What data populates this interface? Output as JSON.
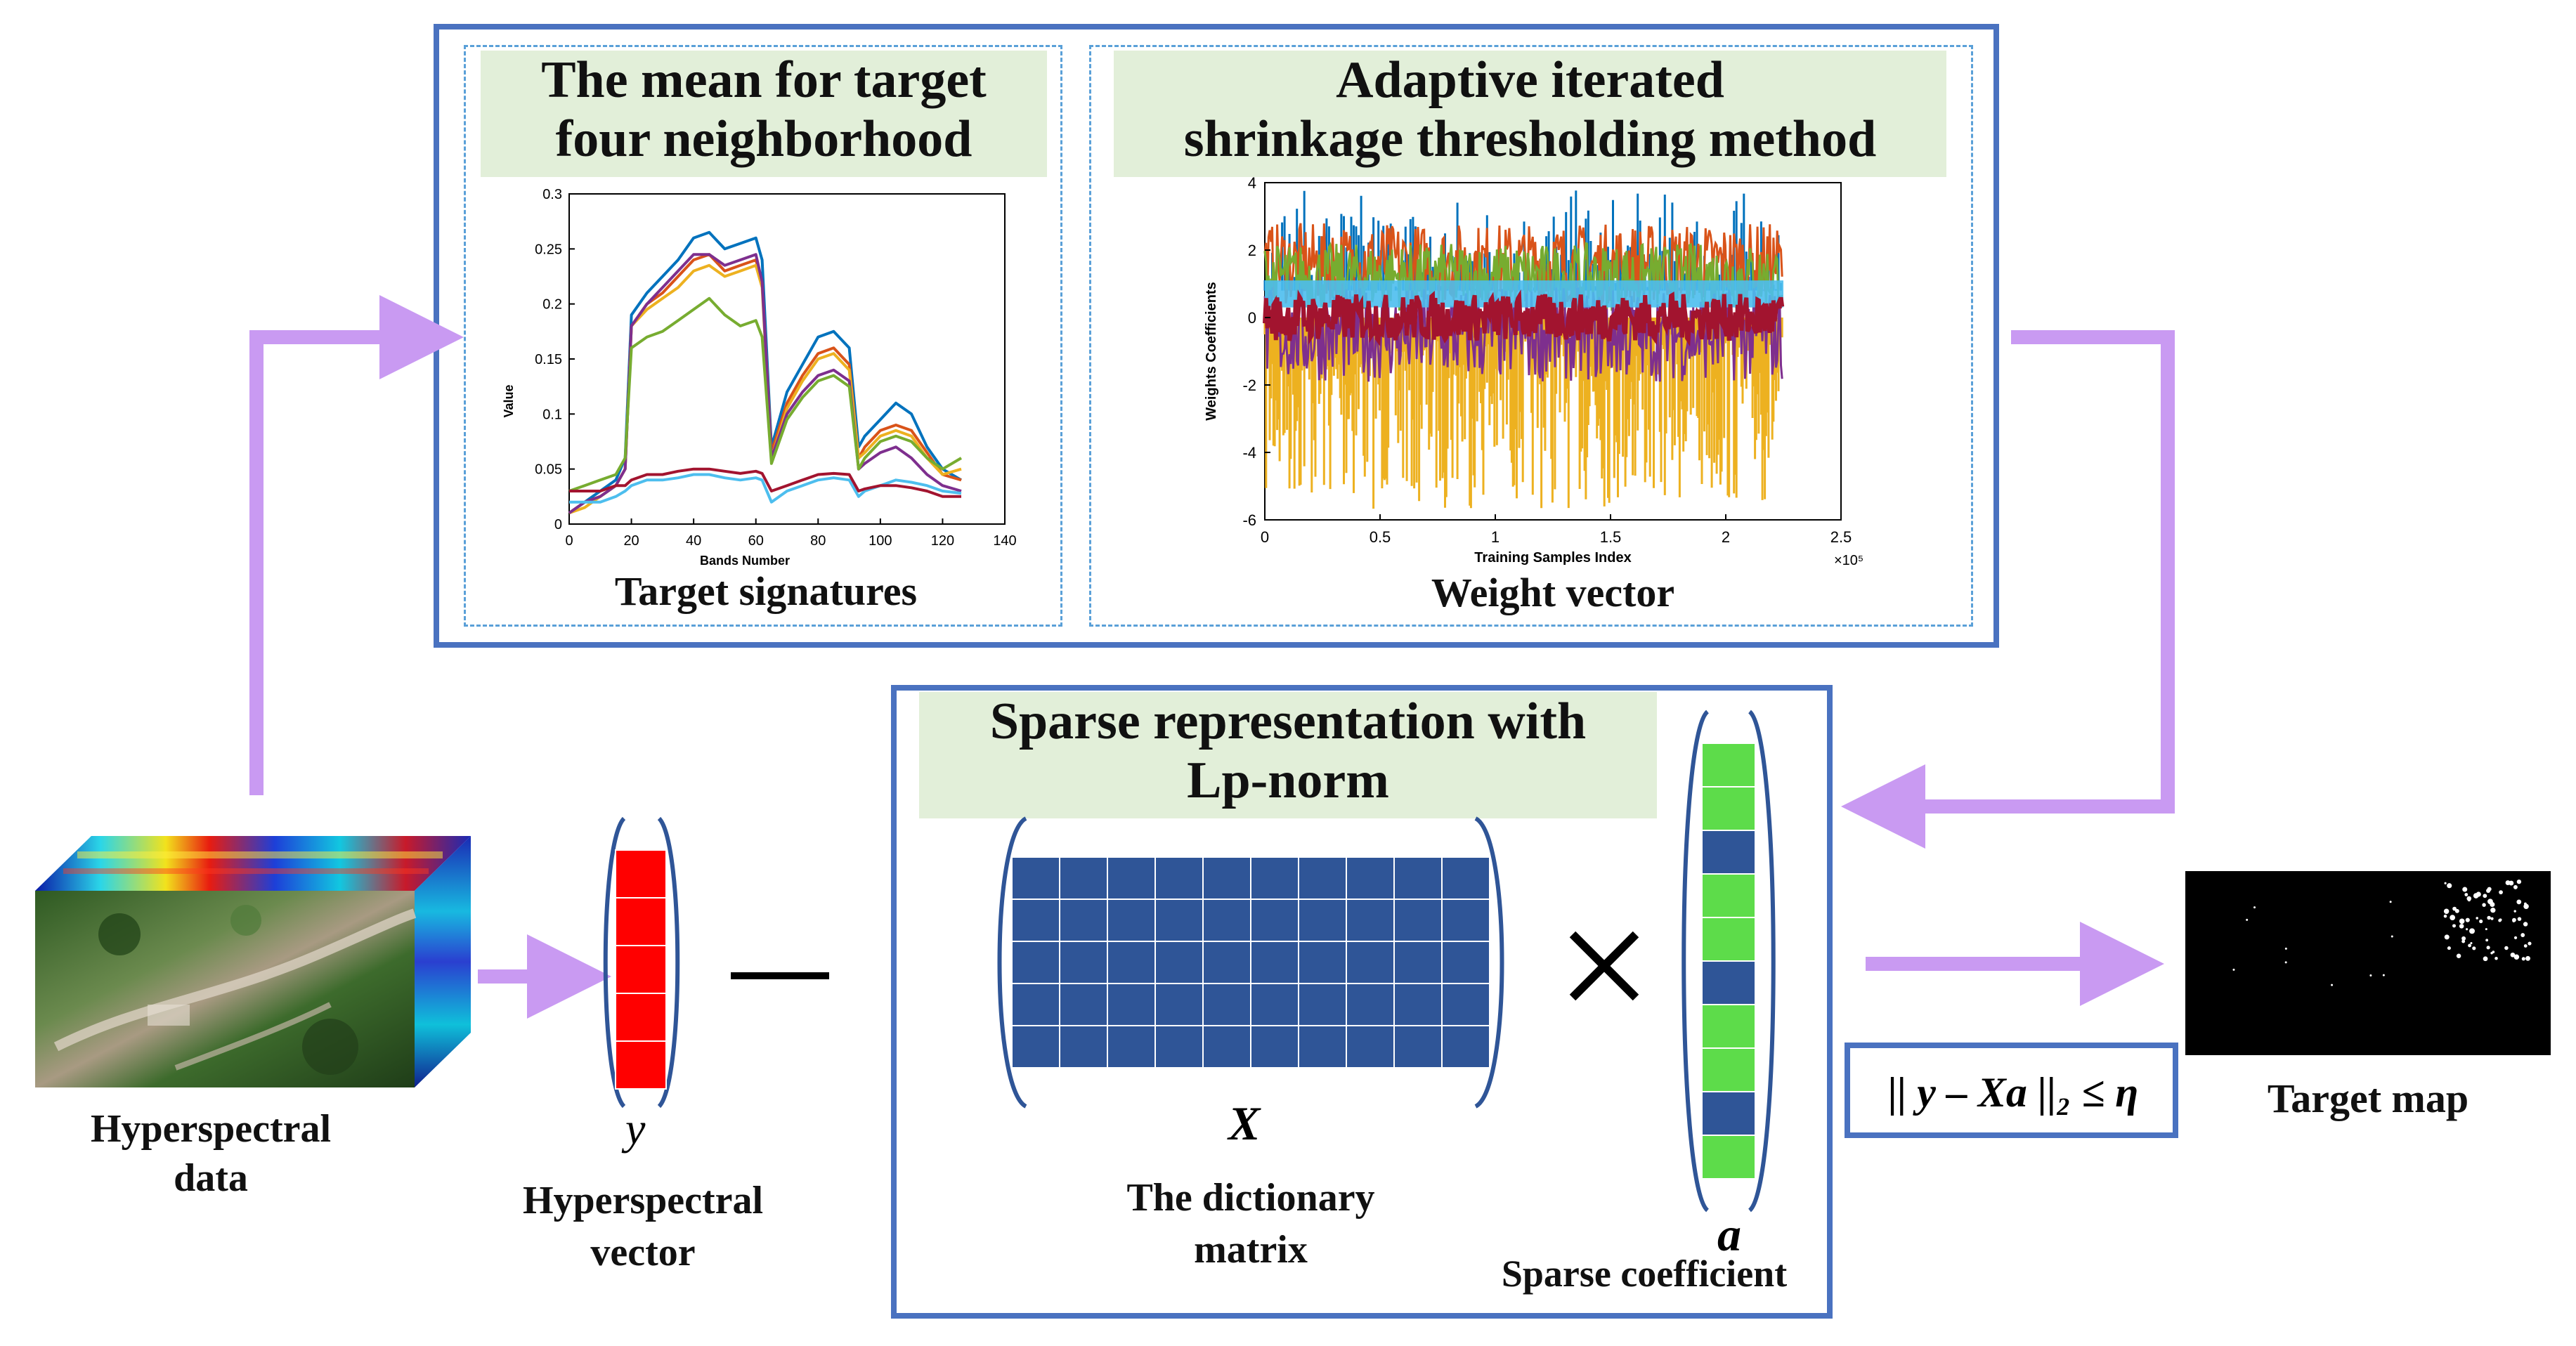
{
  "panel_top": {
    "left_title": "The mean for target four neighborhood",
    "left_title_line1": "The mean for target",
    "left_title_line2": "four neighborhood",
    "left_caption": "Target signatures",
    "right_title_line1": "Adaptive iterated",
    "right_title_line2": "shrinkage thresholding method",
    "right_caption": "Weight vector"
  },
  "sparse_panel": {
    "title_line1": "Sparse representation with",
    "title_line2": "Lp-norm",
    "dictionary_symbol": "X",
    "dictionary_label_line1": "The dictionary",
    "dictionary_label_line2": "matrix",
    "times_symbol": "×",
    "coef_symbol": "a",
    "coef_label": "Sparse coefficient"
  },
  "input": {
    "label_line1": "Hyperspectral",
    "label_line2": "data",
    "vector_symbol": "y",
    "vector_label_line1": "Hyperspectral",
    "vector_label_line2": "vector",
    "minus_symbol": "—"
  },
  "constraint": {
    "text": "|| y – Xa ||₂ ≤ η"
  },
  "output": {
    "label": "Target map"
  },
  "colors": {
    "frame_blue": "#4a72c0",
    "arrow_purple": "#c99af2",
    "banner_green": "#e2efd9",
    "matrix_blue": "#2f5597",
    "vector_red": "#ff0000",
    "coef_green": "#5ddc4a",
    "coef_blue": "#2f5597"
  },
  "chart_data": [
    {
      "type": "line",
      "title": "",
      "xlabel": "Bands Number",
      "ylabel": "Value",
      "xlim": [
        0,
        140
      ],
      "ylim": [
        0,
        0.3
      ],
      "xticks": [
        "0",
        "20",
        "40",
        "60",
        "80",
        "100",
        "120",
        "140"
      ],
      "yticks": [
        "0",
        "0.05",
        "0.1",
        "0.15",
        "0.2",
        "0.25",
        "0.3"
      ],
      "x": [
        0,
        5,
        10,
        15,
        18,
        20,
        25,
        30,
        35,
        40,
        45,
        50,
        55,
        60,
        62,
        65,
        70,
        75,
        80,
        85,
        90,
        93,
        95,
        100,
        105,
        110,
        115,
        120,
        126
      ],
      "series": [
        {
          "color": "#0072bd",
          "values": [
            0.01,
            0.02,
            0.03,
            0.04,
            0.06,
            0.19,
            0.21,
            0.225,
            0.24,
            0.26,
            0.265,
            0.25,
            0.255,
            0.26,
            0.24,
            0.07,
            0.12,
            0.145,
            0.17,
            0.175,
            0.16,
            0.07,
            0.08,
            0.095,
            0.11,
            0.1,
            0.07,
            0.05,
            0.04
          ]
        },
        {
          "color": "#d95319",
          "values": [
            0.01,
            0.02,
            0.025,
            0.035,
            0.05,
            0.18,
            0.2,
            0.21,
            0.225,
            0.24,
            0.245,
            0.23,
            0.235,
            0.24,
            0.22,
            0.065,
            0.11,
            0.135,
            0.155,
            0.16,
            0.145,
            0.06,
            0.07,
            0.085,
            0.09,
            0.085,
            0.065,
            0.045,
            0.04
          ]
        },
        {
          "color": "#edb120",
          "values": [
            0.01,
            0.015,
            0.025,
            0.035,
            0.05,
            0.18,
            0.195,
            0.205,
            0.215,
            0.23,
            0.235,
            0.225,
            0.23,
            0.235,
            0.215,
            0.06,
            0.105,
            0.13,
            0.15,
            0.155,
            0.14,
            0.06,
            0.065,
            0.08,
            0.085,
            0.08,
            0.06,
            0.045,
            0.05
          ]
        },
        {
          "color": "#7e2f8e",
          "values": [
            0.01,
            0.02,
            0.025,
            0.035,
            0.05,
            0.18,
            0.2,
            0.215,
            0.23,
            0.245,
            0.245,
            0.235,
            0.24,
            0.245,
            0.22,
            0.06,
            0.1,
            0.12,
            0.135,
            0.14,
            0.13,
            0.05,
            0.055,
            0.065,
            0.07,
            0.06,
            0.045,
            0.035,
            0.03
          ]
        },
        {
          "color": "#77ac30",
          "values": [
            0.03,
            0.035,
            0.04,
            0.045,
            0.06,
            0.16,
            0.17,
            0.175,
            0.185,
            0.195,
            0.205,
            0.19,
            0.18,
            0.185,
            0.17,
            0.055,
            0.095,
            0.115,
            0.13,
            0.135,
            0.125,
            0.05,
            0.06,
            0.075,
            0.08,
            0.075,
            0.06,
            0.05,
            0.06
          ]
        },
        {
          "color": "#4dbeee",
          "values": [
            0.02,
            0.02,
            0.02,
            0.025,
            0.03,
            0.035,
            0.04,
            0.04,
            0.042,
            0.045,
            0.045,
            0.042,
            0.04,
            0.042,
            0.04,
            0.02,
            0.03,
            0.035,
            0.04,
            0.042,
            0.04,
            0.025,
            0.03,
            0.035,
            0.04,
            0.038,
            0.035,
            0.03,
            0.028
          ]
        },
        {
          "color": "#a2142f",
          "values": [
            0.03,
            0.03,
            0.03,
            0.035,
            0.035,
            0.04,
            0.045,
            0.045,
            0.048,
            0.05,
            0.05,
            0.048,
            0.046,
            0.048,
            0.046,
            0.03,
            0.035,
            0.04,
            0.045,
            0.046,
            0.045,
            0.03,
            0.032,
            0.035,
            0.035,
            0.033,
            0.03,
            0.025,
            0.025
          ]
        }
      ]
    },
    {
      "type": "line",
      "title": "",
      "xlabel": "Training Samples Index",
      "ylabel": "Weights Coefficients",
      "xlim": [
        0,
        2.5
      ],
      "ylim": [
        -6,
        4
      ],
      "x_multiplier": "×10⁵",
      "xticks": [
        "0",
        "0.5",
        "1",
        "1.5",
        "2",
        "2.5"
      ],
      "yticks": [
        "4",
        "2",
        "0",
        "-2",
        "-4",
        "-6"
      ],
      "series_colors": [
        "#edb120",
        "#0072bd",
        "#d95319",
        "#77ac30",
        "#7e2f8e",
        "#4dbeee",
        "#a2142f"
      ],
      "x_end": 2.25
    }
  ]
}
